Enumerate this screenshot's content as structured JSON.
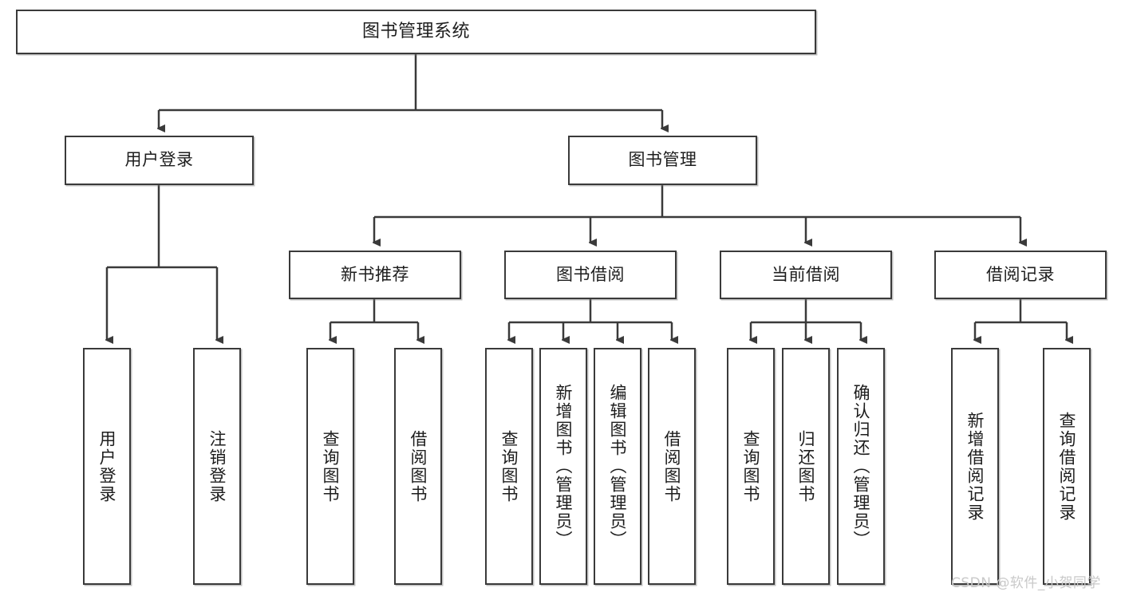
{
  "diagram": {
    "title": "图书管理系统",
    "type": "tree",
    "watermark": "CSDN @软件_小贺同学",
    "colors": {
      "stroke": "#3a3a3a",
      "fill": "#ffffff",
      "text": "#1d1d1d",
      "watermark": "#c9c9c9"
    },
    "nodes": {
      "root": {
        "label": "图书管理系统",
        "orientation": "horizontal",
        "level": 0
      },
      "l1": [
        {
          "id": "user-login",
          "label": "用户登录",
          "orientation": "horizontal",
          "level": 1
        },
        {
          "id": "book-manage",
          "label": "图书管理",
          "orientation": "horizontal",
          "level": 1
        }
      ],
      "l2": [
        {
          "id": "new-book-recommend",
          "label": "新书推荐",
          "orientation": "horizontal",
          "level": 2,
          "parent": "book-manage"
        },
        {
          "id": "book-borrow",
          "label": "图书借阅",
          "orientation": "horizontal",
          "level": 2,
          "parent": "book-manage"
        },
        {
          "id": "current-borrow",
          "label": "当前借阅",
          "orientation": "horizontal",
          "level": 2,
          "parent": "book-manage"
        },
        {
          "id": "borrow-record",
          "label": "借阅记录",
          "orientation": "horizontal",
          "level": 2,
          "parent": "book-manage"
        }
      ],
      "leaves": [
        {
          "id": "leaf-user-login",
          "label": "用户登录",
          "orientation": "vertical",
          "level": 2,
          "parent": "user-login"
        },
        {
          "id": "leaf-user-logout",
          "label": "注销登录",
          "orientation": "vertical",
          "level": 2,
          "parent": "user-login"
        },
        {
          "id": "leaf-query-book-1",
          "label": "查询图书",
          "orientation": "vertical",
          "level": 3,
          "parent": "new-book-recommend"
        },
        {
          "id": "leaf-borrow-book-1",
          "label": "借阅图书",
          "orientation": "vertical",
          "level": 3,
          "parent": "new-book-recommend"
        },
        {
          "id": "leaf-query-book-2",
          "label": "查询图书",
          "orientation": "vertical",
          "level": 3,
          "parent": "book-borrow"
        },
        {
          "id": "leaf-add-book",
          "label": "新增图书（管理员）",
          "orientation": "vertical",
          "level": 3,
          "parent": "book-borrow"
        },
        {
          "id": "leaf-edit-book",
          "label": "编辑图书（管理员）",
          "orientation": "vertical",
          "level": 3,
          "parent": "book-borrow"
        },
        {
          "id": "leaf-borrow-book-2",
          "label": "借阅图书",
          "orientation": "vertical",
          "level": 3,
          "parent": "book-borrow"
        },
        {
          "id": "leaf-query-book-3",
          "label": "查询图书",
          "orientation": "vertical",
          "level": 3,
          "parent": "current-borrow"
        },
        {
          "id": "leaf-return-book",
          "label": "归还图书",
          "orientation": "vertical",
          "level": 3,
          "parent": "current-borrow"
        },
        {
          "id": "leaf-confirm-return",
          "label": "确认归还（管理员）",
          "orientation": "vertical",
          "level": 3,
          "parent": "current-borrow"
        },
        {
          "id": "leaf-add-record",
          "label": "新增借阅记录",
          "orientation": "vertical",
          "level": 3,
          "parent": "borrow-record"
        },
        {
          "id": "leaf-query-record",
          "label": "查询借阅记录",
          "orientation": "vertical",
          "level": 3,
          "parent": "borrow-record"
        }
      ]
    }
  }
}
